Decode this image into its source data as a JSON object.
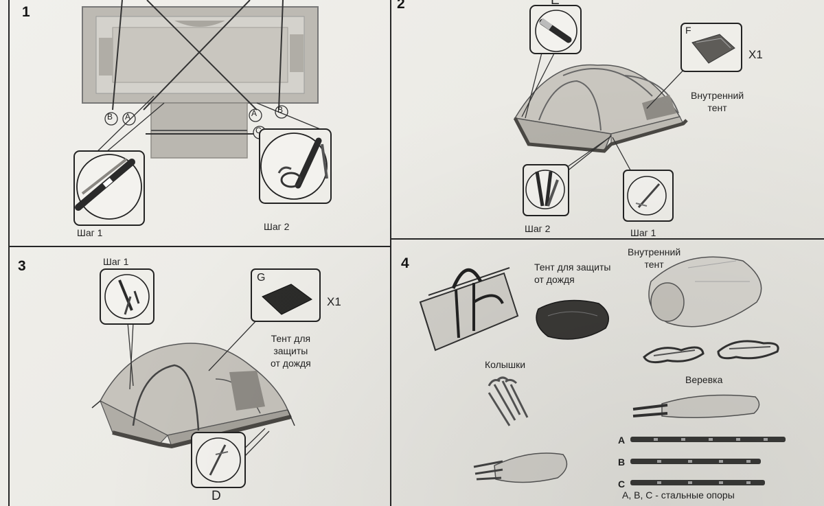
{
  "panels": [
    {
      "number": "1",
      "labels": {
        "step1": "Шаг 1",
        "step2": "Шаг 2",
        "b_left": "B",
        "a_left": "A",
        "a_right": "A",
        "b_right": "B",
        "c": "C"
      }
    },
    {
      "number": "2",
      "labels": {
        "e": "E",
        "f": "F",
        "x1": "X1",
        "inner_tent": "Внутренний\nтент",
        "step2": "Шаг 2",
        "step1": "Шаг 1"
      }
    },
    {
      "number": "3",
      "labels": {
        "step1": "Шаг 1",
        "g": "G",
        "x1": "X1",
        "rainfly": "Тент для\nзащиты\nот дождя",
        "d": "D"
      }
    },
    {
      "number": "4",
      "labels": {
        "rainfly": "Тент для защиты\nот дождя",
        "inner_tent": "Внутренний\nтент",
        "pegs": "Колышки",
        "rope": "Веревка",
        "pole_a": "A",
        "pole_b": "B",
        "pole_c": "C",
        "poles_caption": "A, B, C - стальные опоры"
      }
    }
  ],
  "colors": {
    "paper": "#efeee9",
    "ink": "#1d1d1d",
    "tent_body": "#c4c1ba",
    "tent_dark": "#5c5a56",
    "floor": "#9d9a93"
  },
  "icons": [
    "tent-floor-plan",
    "pole-sleeve-icon",
    "pole-clip-icon",
    "dome-tent-icon",
    "inner-tent-bag-icon",
    "rainfly-bag-icon",
    "stake-icon",
    "carry-bag-icon",
    "pegs-icon",
    "rope-icon",
    "pole-icon"
  ]
}
